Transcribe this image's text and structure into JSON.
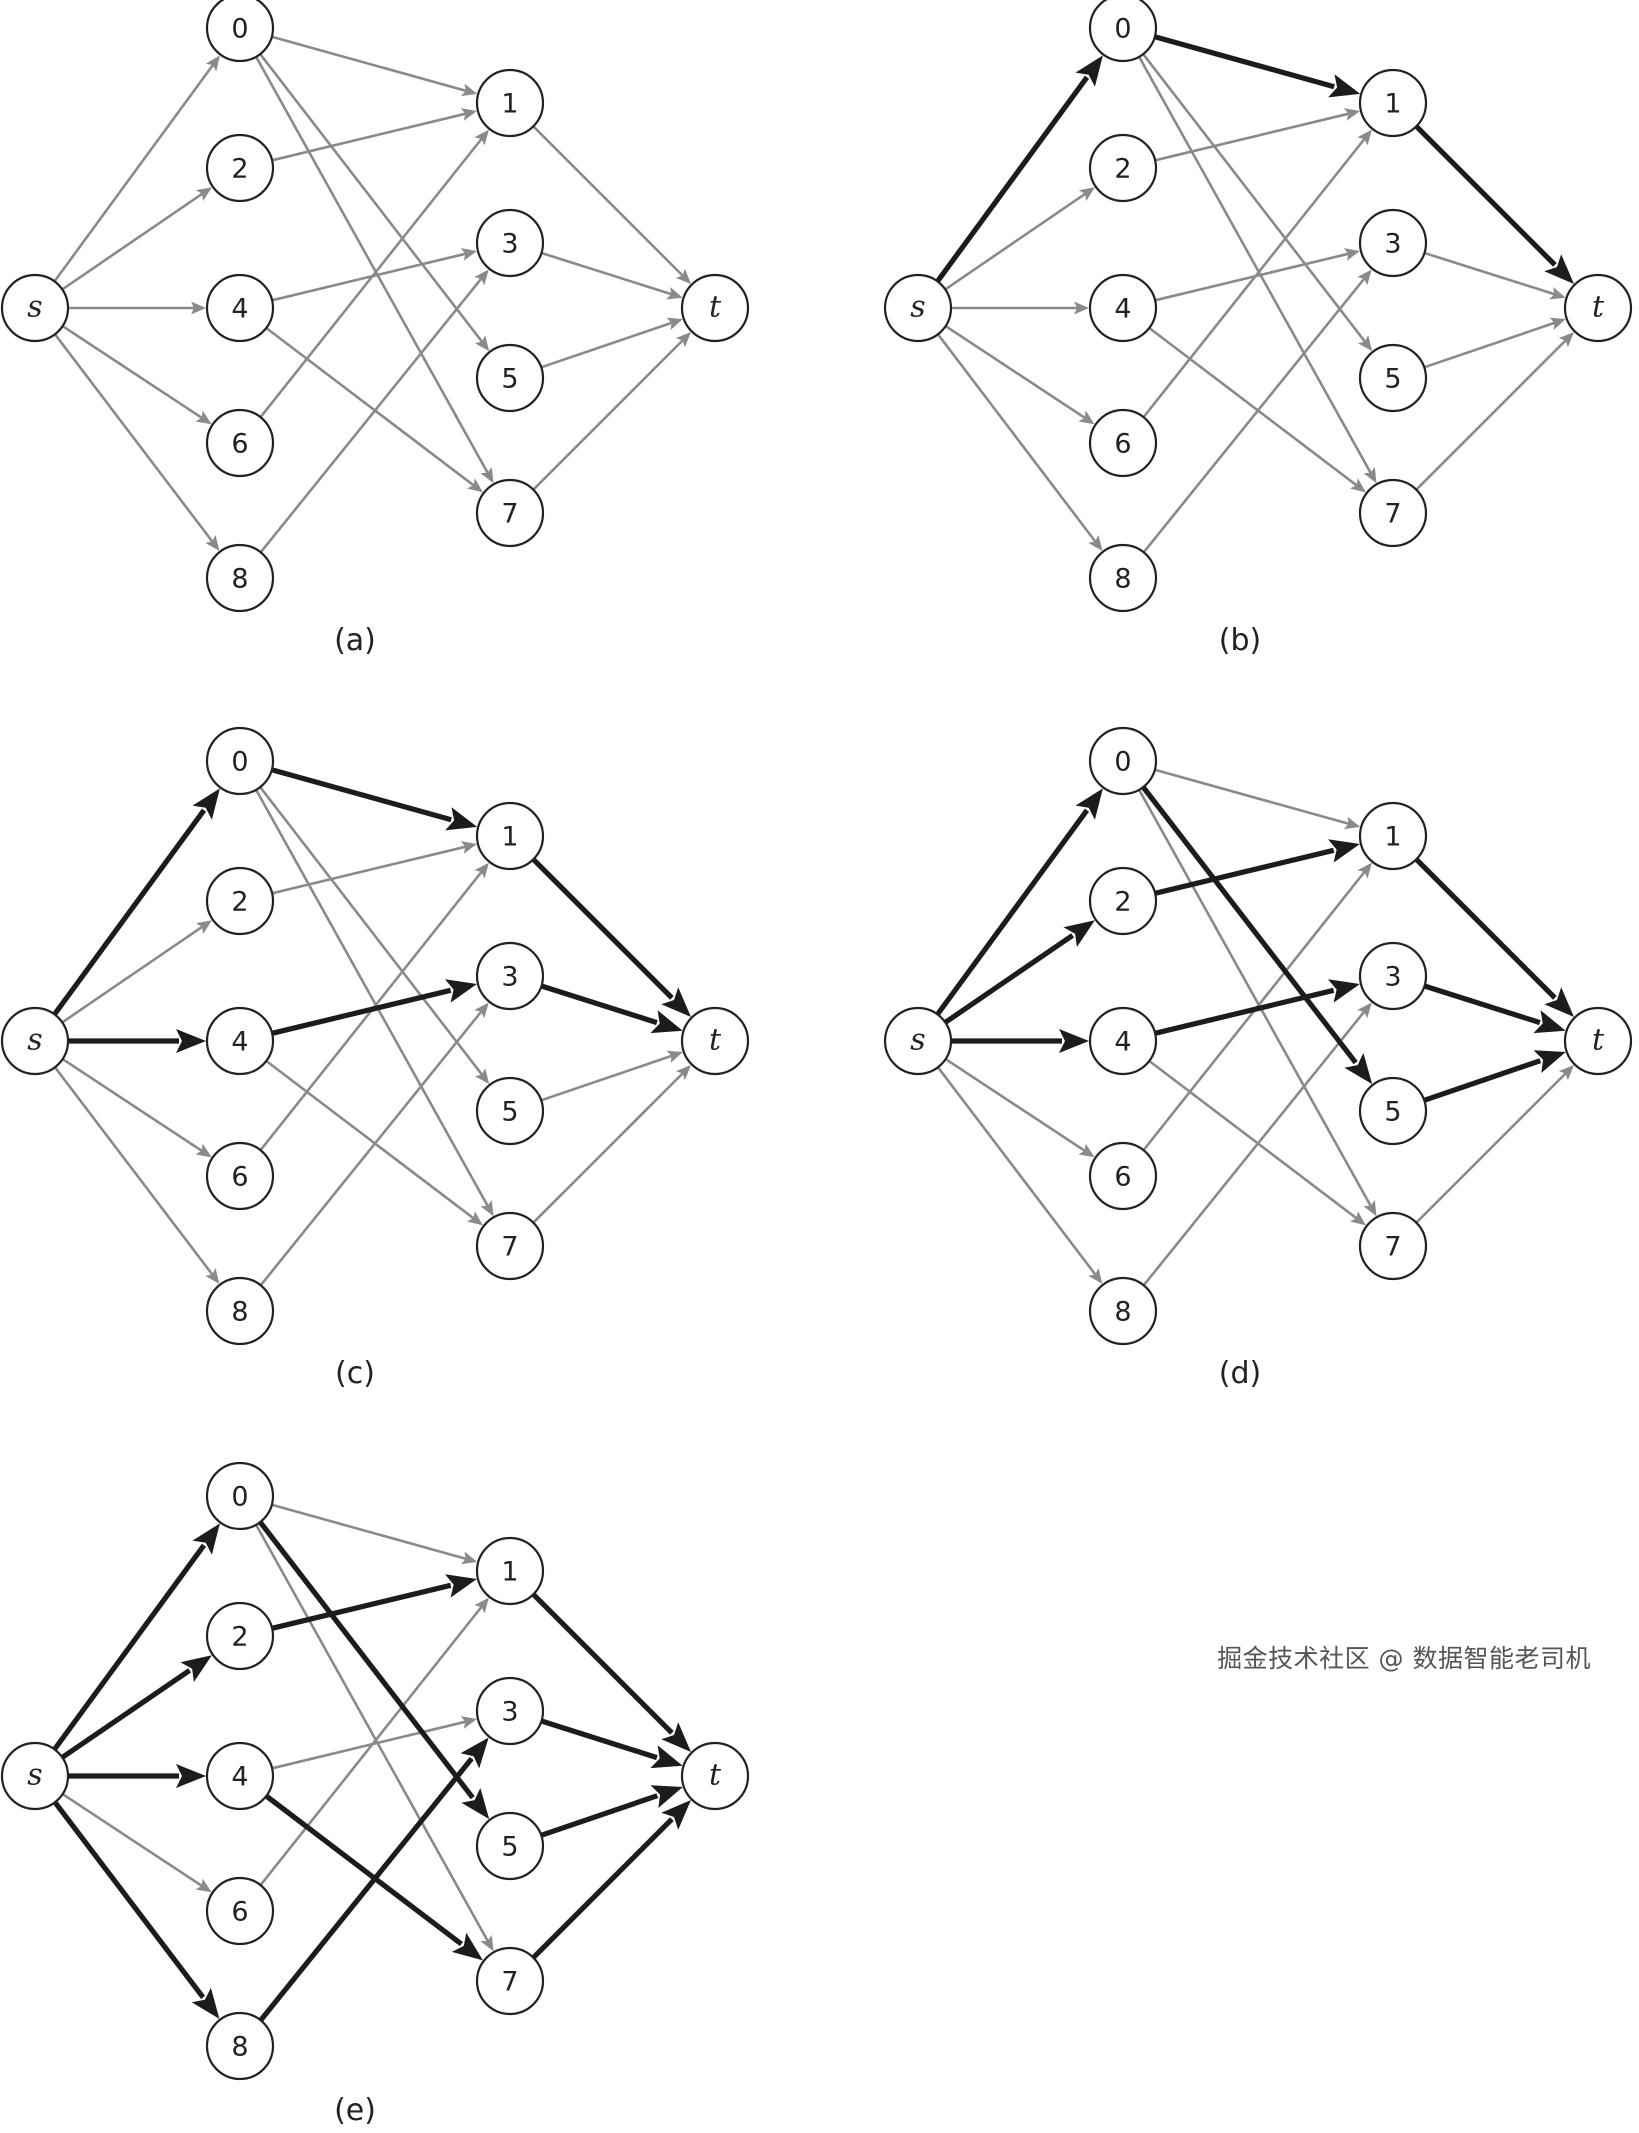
{
  "diagram": {
    "nodes": [
      {
        "id": "s",
        "label": "s",
        "italic": true
      },
      {
        "id": "t",
        "label": "t",
        "italic": true
      },
      {
        "id": "0",
        "label": "0"
      },
      {
        "id": "1",
        "label": "1"
      },
      {
        "id": "2",
        "label": "2"
      },
      {
        "id": "3",
        "label": "3"
      },
      {
        "id": "4",
        "label": "4"
      },
      {
        "id": "5",
        "label": "5"
      },
      {
        "id": "6",
        "label": "6"
      },
      {
        "id": "7",
        "label": "7"
      },
      {
        "id": "8",
        "label": "8"
      }
    ],
    "edges": [
      [
        "s",
        "0"
      ],
      [
        "s",
        "2"
      ],
      [
        "s",
        "4"
      ],
      [
        "s",
        "6"
      ],
      [
        "s",
        "8"
      ],
      [
        "0",
        "1"
      ],
      [
        "0",
        "5"
      ],
      [
        "0",
        "7"
      ],
      [
        "2",
        "1"
      ],
      [
        "4",
        "3"
      ],
      [
        "4",
        "7"
      ],
      [
        "6",
        "1"
      ],
      [
        "8",
        "3"
      ],
      [
        "1",
        "t"
      ],
      [
        "3",
        "t"
      ],
      [
        "5",
        "t"
      ],
      [
        "7",
        "t"
      ]
    ],
    "panels": [
      {
        "label": "(a)",
        "highlighted": []
      },
      {
        "label": "(b)",
        "highlighted": [
          [
            "s",
            "0"
          ],
          [
            "0",
            "1"
          ],
          [
            "1",
            "t"
          ]
        ]
      },
      {
        "label": "(c)",
        "highlighted": [
          [
            "s",
            "0"
          ],
          [
            "0",
            "1"
          ],
          [
            "1",
            "t"
          ],
          [
            "s",
            "4"
          ],
          [
            "4",
            "3"
          ],
          [
            "3",
            "t"
          ]
        ]
      },
      {
        "label": "(d)",
        "highlighted": [
          [
            "s",
            "0"
          ],
          [
            "0",
            "5"
          ],
          [
            "5",
            "t"
          ],
          [
            "s",
            "2"
          ],
          [
            "2",
            "1"
          ],
          [
            "1",
            "t"
          ],
          [
            "s",
            "4"
          ],
          [
            "4",
            "3"
          ],
          [
            "3",
            "t"
          ]
        ]
      },
      {
        "label": "(e)",
        "highlighted": [
          [
            "s",
            "0"
          ],
          [
            "0",
            "5"
          ],
          [
            "5",
            "t"
          ],
          [
            "s",
            "2"
          ],
          [
            "2",
            "1"
          ],
          [
            "1",
            "t"
          ],
          [
            "s",
            "4"
          ],
          [
            "4",
            "7"
          ],
          [
            "7",
            "t"
          ],
          [
            "s",
            "8"
          ],
          [
            "8",
            "3"
          ],
          [
            "3",
            "t"
          ]
        ]
      }
    ]
  },
  "watermark": "掘金技术社区 @ 数据智能老司机"
}
